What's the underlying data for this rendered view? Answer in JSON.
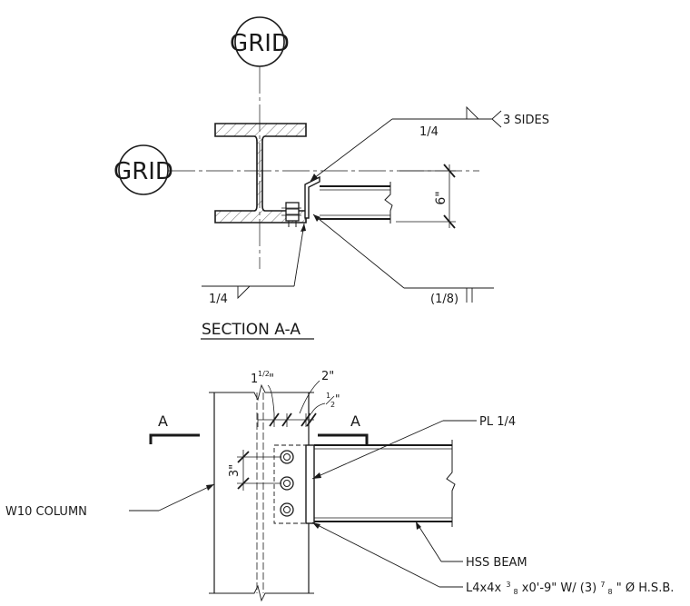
{
  "section_view": {
    "grid_label_vertical": "GRID",
    "grid_label_horizontal": "GRID",
    "weld_top_size": "1/4",
    "weld_top_note": "3 SIDES",
    "weld_bottom_size": "1/4",
    "weld_right_size": "(1/8)",
    "dimension_depth": "6\"",
    "title": "SECTION A-A"
  },
  "elevation_view": {
    "section_marker_left": "A",
    "section_marker_right": "A",
    "dim_edge": "1",
    "dim_edge_fraction": "1/2",
    "dim_edge_unit": "\"",
    "dim_gap": "2\"",
    "dim_half_num": "1",
    "dim_half_den": "2",
    "dim_half_unit": "\"",
    "dim_bolt_spacing": "3\"",
    "plate_label": "PL 1/4",
    "column_label": "W10 COLUMN",
    "beam_label": "HSS BEAM",
    "angle_label_a": "L4x4x",
    "angle_label_frac_a_num": "3",
    "angle_label_frac_a_den": "8",
    "angle_label_b": " x0'-9\" W/ (3) ",
    "angle_label_frac_b_num": "7",
    "angle_label_frac_b_den": "8",
    "angle_label_c": "\" Ø H.S.B."
  }
}
